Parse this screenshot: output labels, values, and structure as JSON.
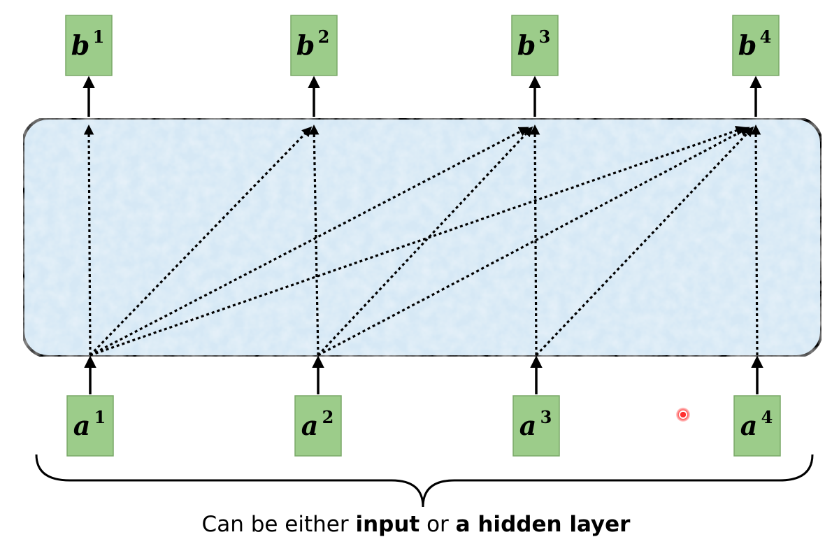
{
  "inputs": [
    {
      "base": "a",
      "sup": "1"
    },
    {
      "base": "a",
      "sup": "2"
    },
    {
      "base": "a",
      "sup": "3"
    },
    {
      "base": "a",
      "sup": "4"
    }
  ],
  "outputs": [
    {
      "base": "b",
      "sup": "1"
    },
    {
      "base": "b",
      "sup": "2"
    },
    {
      "base": "b",
      "sup": "3"
    },
    {
      "base": "b",
      "sup": "4"
    }
  ],
  "connections": [
    {
      "from": 0,
      "to": 0
    },
    {
      "from": 0,
      "to": 1
    },
    {
      "from": 0,
      "to": 2
    },
    {
      "from": 0,
      "to": 3
    },
    {
      "from": 1,
      "to": 1
    },
    {
      "from": 1,
      "to": 2
    },
    {
      "from": 1,
      "to": 3
    },
    {
      "from": 2,
      "to": 2
    },
    {
      "from": 2,
      "to": 3
    },
    {
      "from": 3,
      "to": 3
    }
  ],
  "caption": {
    "part1": "Can be either ",
    "bold1": "input",
    "part2": " or ",
    "bold2": "a hidden layer"
  },
  "colors": {
    "node_fill": "#9ccc8a",
    "node_stroke": "#7aa868",
    "block_fill": "#d6e8f5",
    "block_stroke": "#000000"
  }
}
